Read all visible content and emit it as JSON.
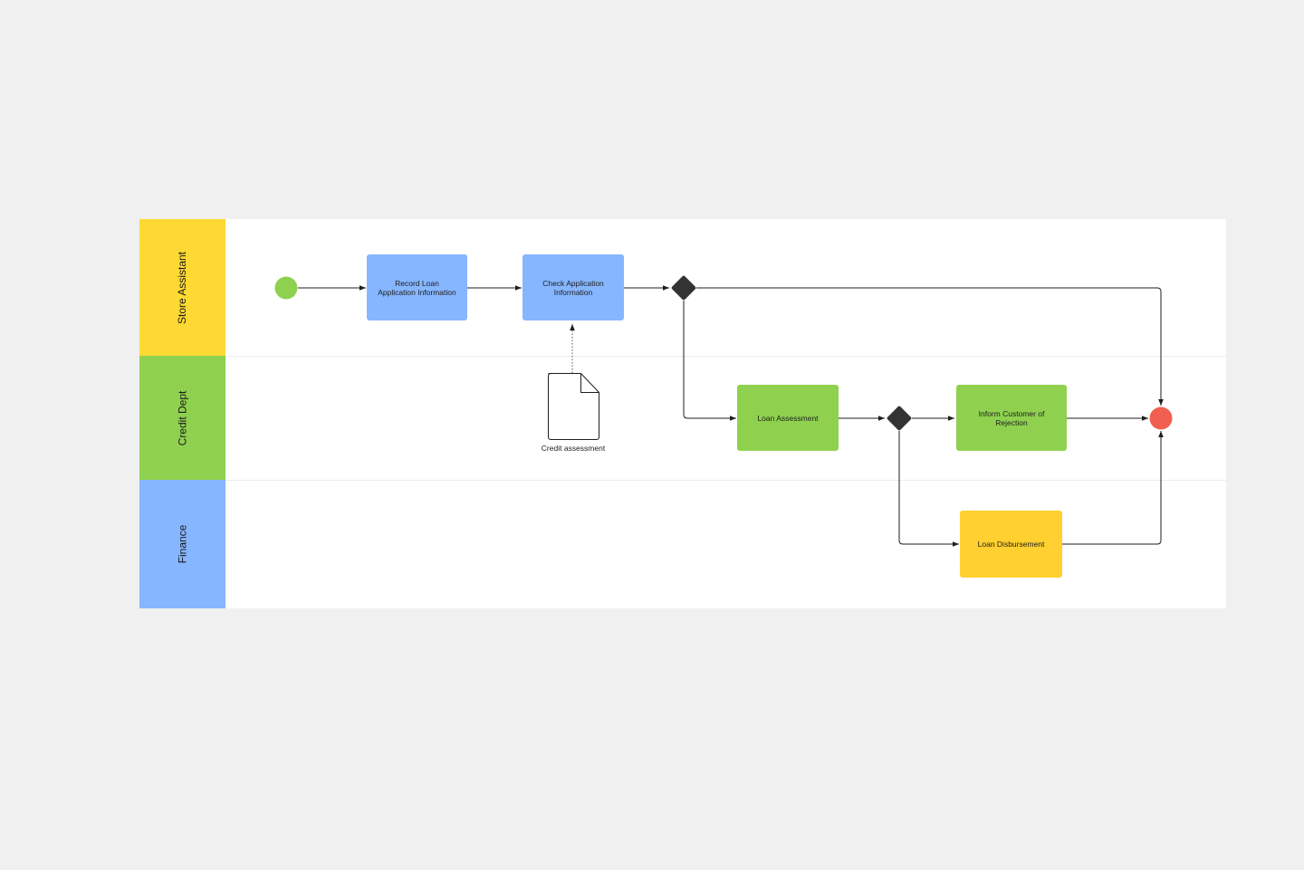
{
  "colors": {
    "background": "#f0f0f0",
    "lane_store_assistant": "#ffd933",
    "lane_credit_dept": "#8fd14f",
    "lane_finance": "#86b6ff",
    "task_blue": "#86b6ff",
    "task_green": "#8fd14f",
    "task_yellow": "#ffd02f",
    "start_event": "#8fd14f",
    "end_event": "#f05f4f",
    "gateway": "#333333"
  },
  "lanes": [
    {
      "label": "Store Assistant"
    },
    {
      "label": "Credit Dept"
    },
    {
      "label": "Finance"
    }
  ],
  "tasks": {
    "record_loan": "Record Loan Application Information",
    "check_application": "Check Application Information",
    "loan_assessment": "Loan Assessment",
    "inform_rejection": "Inform Customer of Rejection",
    "loan_disbursement": "Loan Disbursement"
  },
  "artifacts": {
    "credit_assessment_doc": "Credit assessment"
  }
}
